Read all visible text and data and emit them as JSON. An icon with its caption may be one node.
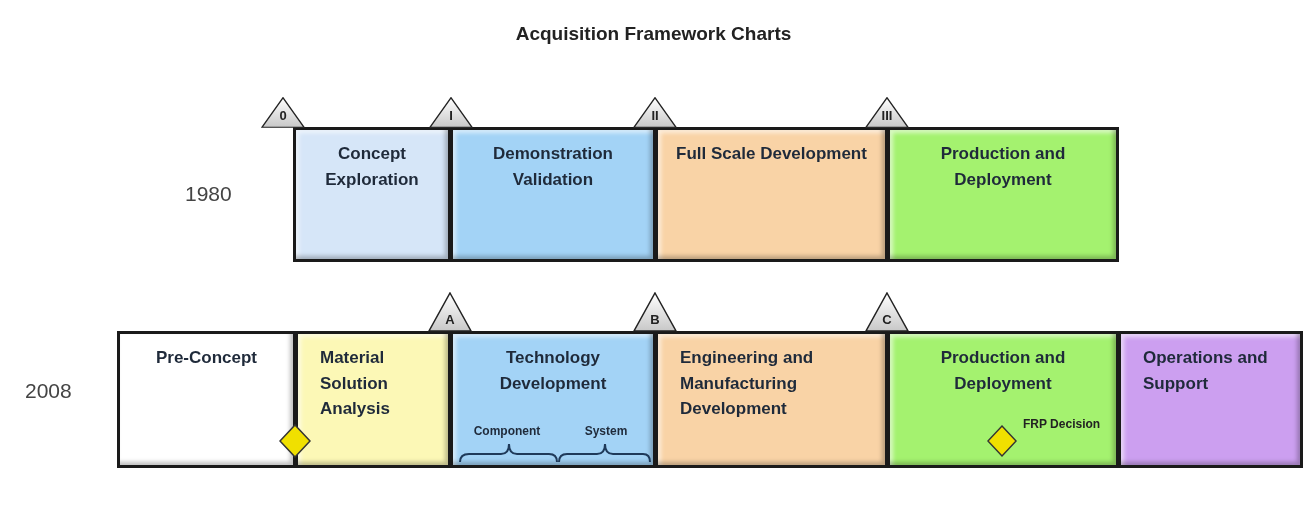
{
  "diagram": {
    "title": "Acquisition Framework Charts",
    "nodes": [
      {
        "text": [
          "0"
        ]
      },
      {
        "text": [
          "I"
        ]
      },
      {
        "text": [
          "II"
        ]
      },
      {
        "text": [
          "III"
        ]
      },
      {
        "text": [
          "Concept Exploration"
        ]
      },
      {
        "text": [
          "Demonstration Validation"
        ]
      },
      {
        "text": [
          "Full Scale Development"
        ]
      },
      {
        "text": [
          "Production and Deployment"
        ]
      },
      {
        "text": [
          "A"
        ]
      },
      {
        "text": [
          "B"
        ]
      },
      {
        "text": [
          "C"
        ]
      },
      {
        "text": [
          "Pre-Concept"
        ]
      },
      {
        "text": [
          "Material Solution Analysis"
        ]
      },
      {
        "text": [
          "Technology Development",
          "Component",
          "System"
        ]
      },
      {
        "text": [
          "Engineering and Manufacturing Development"
        ]
      },
      {
        "text": [
          "Production and Deployment"
        ]
      },
      {
        "text": [
          "Operations and Support"
        ]
      },
      {
        "text": [],
        "shape": "diamond"
      },
      {
        "text": [],
        "shape": "diamond",
        "in": 15,
        "beside": [
          "FRP Decision"
        ]
      }
    ],
    "edges": [],
    "labels": [
      "1980",
      "2008"
    ]
  }
}
